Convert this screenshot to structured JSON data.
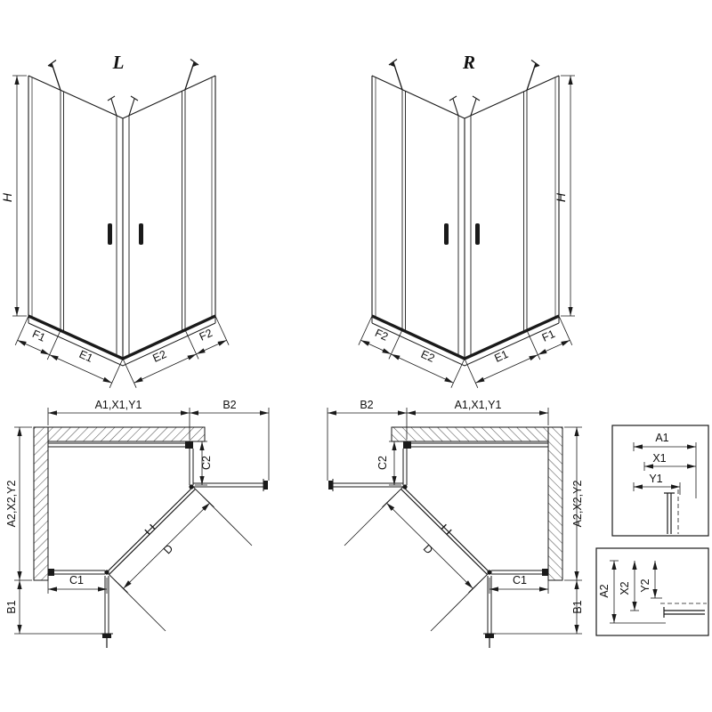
{
  "drawing": {
    "iso_left": {
      "variant": "L",
      "h": "H",
      "f1": "F1",
      "e1": "E1",
      "e2": "E2",
      "f2": "F2"
    },
    "iso_right": {
      "variant": "R",
      "h": "H",
      "f1": "F1",
      "e1": "E1",
      "e2": "E2",
      "f2": "F2"
    },
    "plan_left": {
      "a1": "A1,X1,Y1",
      "b2": "B2",
      "c2": "C2",
      "a2": "A2,X2,Y2",
      "b1": "B1",
      "c1": "C1",
      "d": "D"
    },
    "plan_right": {
      "a1": "A1,X1,Y1",
      "b2": "B2",
      "c2": "C2",
      "a2": "A2,X2,Y2",
      "b1": "B1",
      "c1": "C1",
      "d": "D"
    },
    "detail_top": {
      "a1": "A1",
      "x1": "X1",
      "y1": "Y1"
    },
    "detail_bottom": {
      "a2": "A2",
      "x2": "X2",
      "y2": "Y2"
    }
  }
}
